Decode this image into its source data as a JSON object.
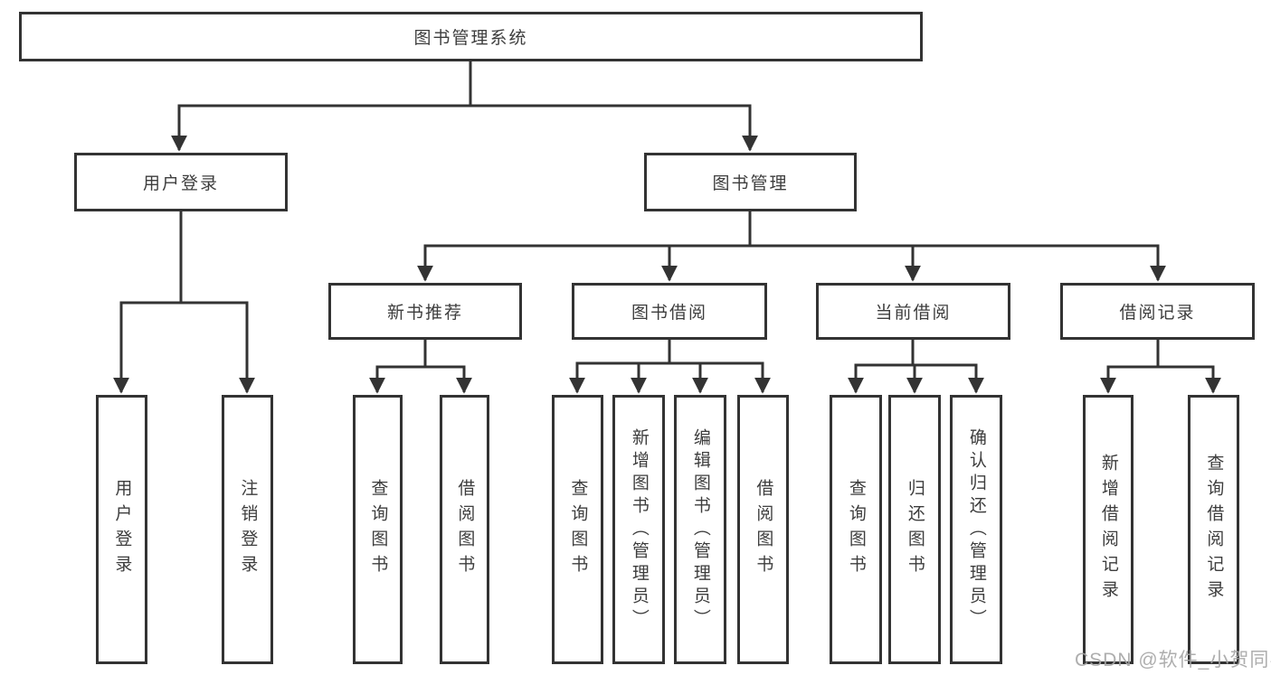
{
  "tree": {
    "root": {
      "label": "图书管理系统"
    },
    "branches": [
      {
        "label": "用户登录",
        "leaves": [
          {
            "label": "用户登录"
          },
          {
            "label": "注销登录"
          }
        ]
      },
      {
        "label": "图书管理",
        "groups": [
          {
            "label": "新书推荐",
            "leaves": [
              {
                "label": "查询图书"
              },
              {
                "label": "借阅图书"
              }
            ]
          },
          {
            "label": "图书借阅",
            "leaves": [
              {
                "label": "查询图书"
              },
              {
                "label": "新增图书（管理员）"
              },
              {
                "label": "编辑图书（管理员）"
              },
              {
                "label": "借阅图书"
              }
            ]
          },
          {
            "label": "当前借阅",
            "leaves": [
              {
                "label": "查询图书"
              },
              {
                "label": "归还图书"
              },
              {
                "label": "确认归还（管理员）"
              }
            ]
          },
          {
            "label": "借阅记录",
            "leaves": [
              {
                "label": "新增借阅记录"
              },
              {
                "label": "查询借阅记录"
              }
            ]
          }
        ]
      }
    ]
  },
  "watermark": {
    "text": "CSDN @软件_小贺同学"
  },
  "colors": {
    "line": "#333333",
    "text": "#3d3d3d",
    "background": "#ffffff",
    "watermark": "#a5a5a5"
  }
}
